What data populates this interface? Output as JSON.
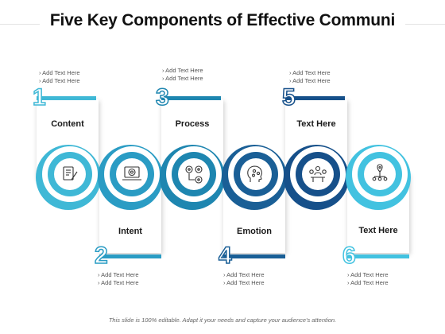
{
  "title": "Five Key Components of Effective Communi",
  "footer": "This slide is 100% editable. Adapt it your needs and capture your audience's attention.",
  "bullet_text": "Add Text Here",
  "steps": [
    {
      "number": "1",
      "label": "Content",
      "color": "#3fb8d6",
      "icon": "document-pen-icon"
    },
    {
      "number": "2",
      "label": "Intent",
      "color": "#2a9cc4",
      "icon": "laptop-target-icon"
    },
    {
      "number": "3",
      "label": "Process",
      "color": "#1e86b0",
      "icon": "gears-process-icon"
    },
    {
      "number": "4",
      "label": "Emotion",
      "color": "#1a5f96",
      "icon": "head-emotion-icon"
    },
    {
      "number": "5",
      "label": "Text Here",
      "color": "#16508a",
      "icon": "team-meeting-icon"
    },
    {
      "number": "6",
      "label": "Text Here",
      "color": "#42c2e0",
      "icon": "network-location-icon"
    }
  ]
}
